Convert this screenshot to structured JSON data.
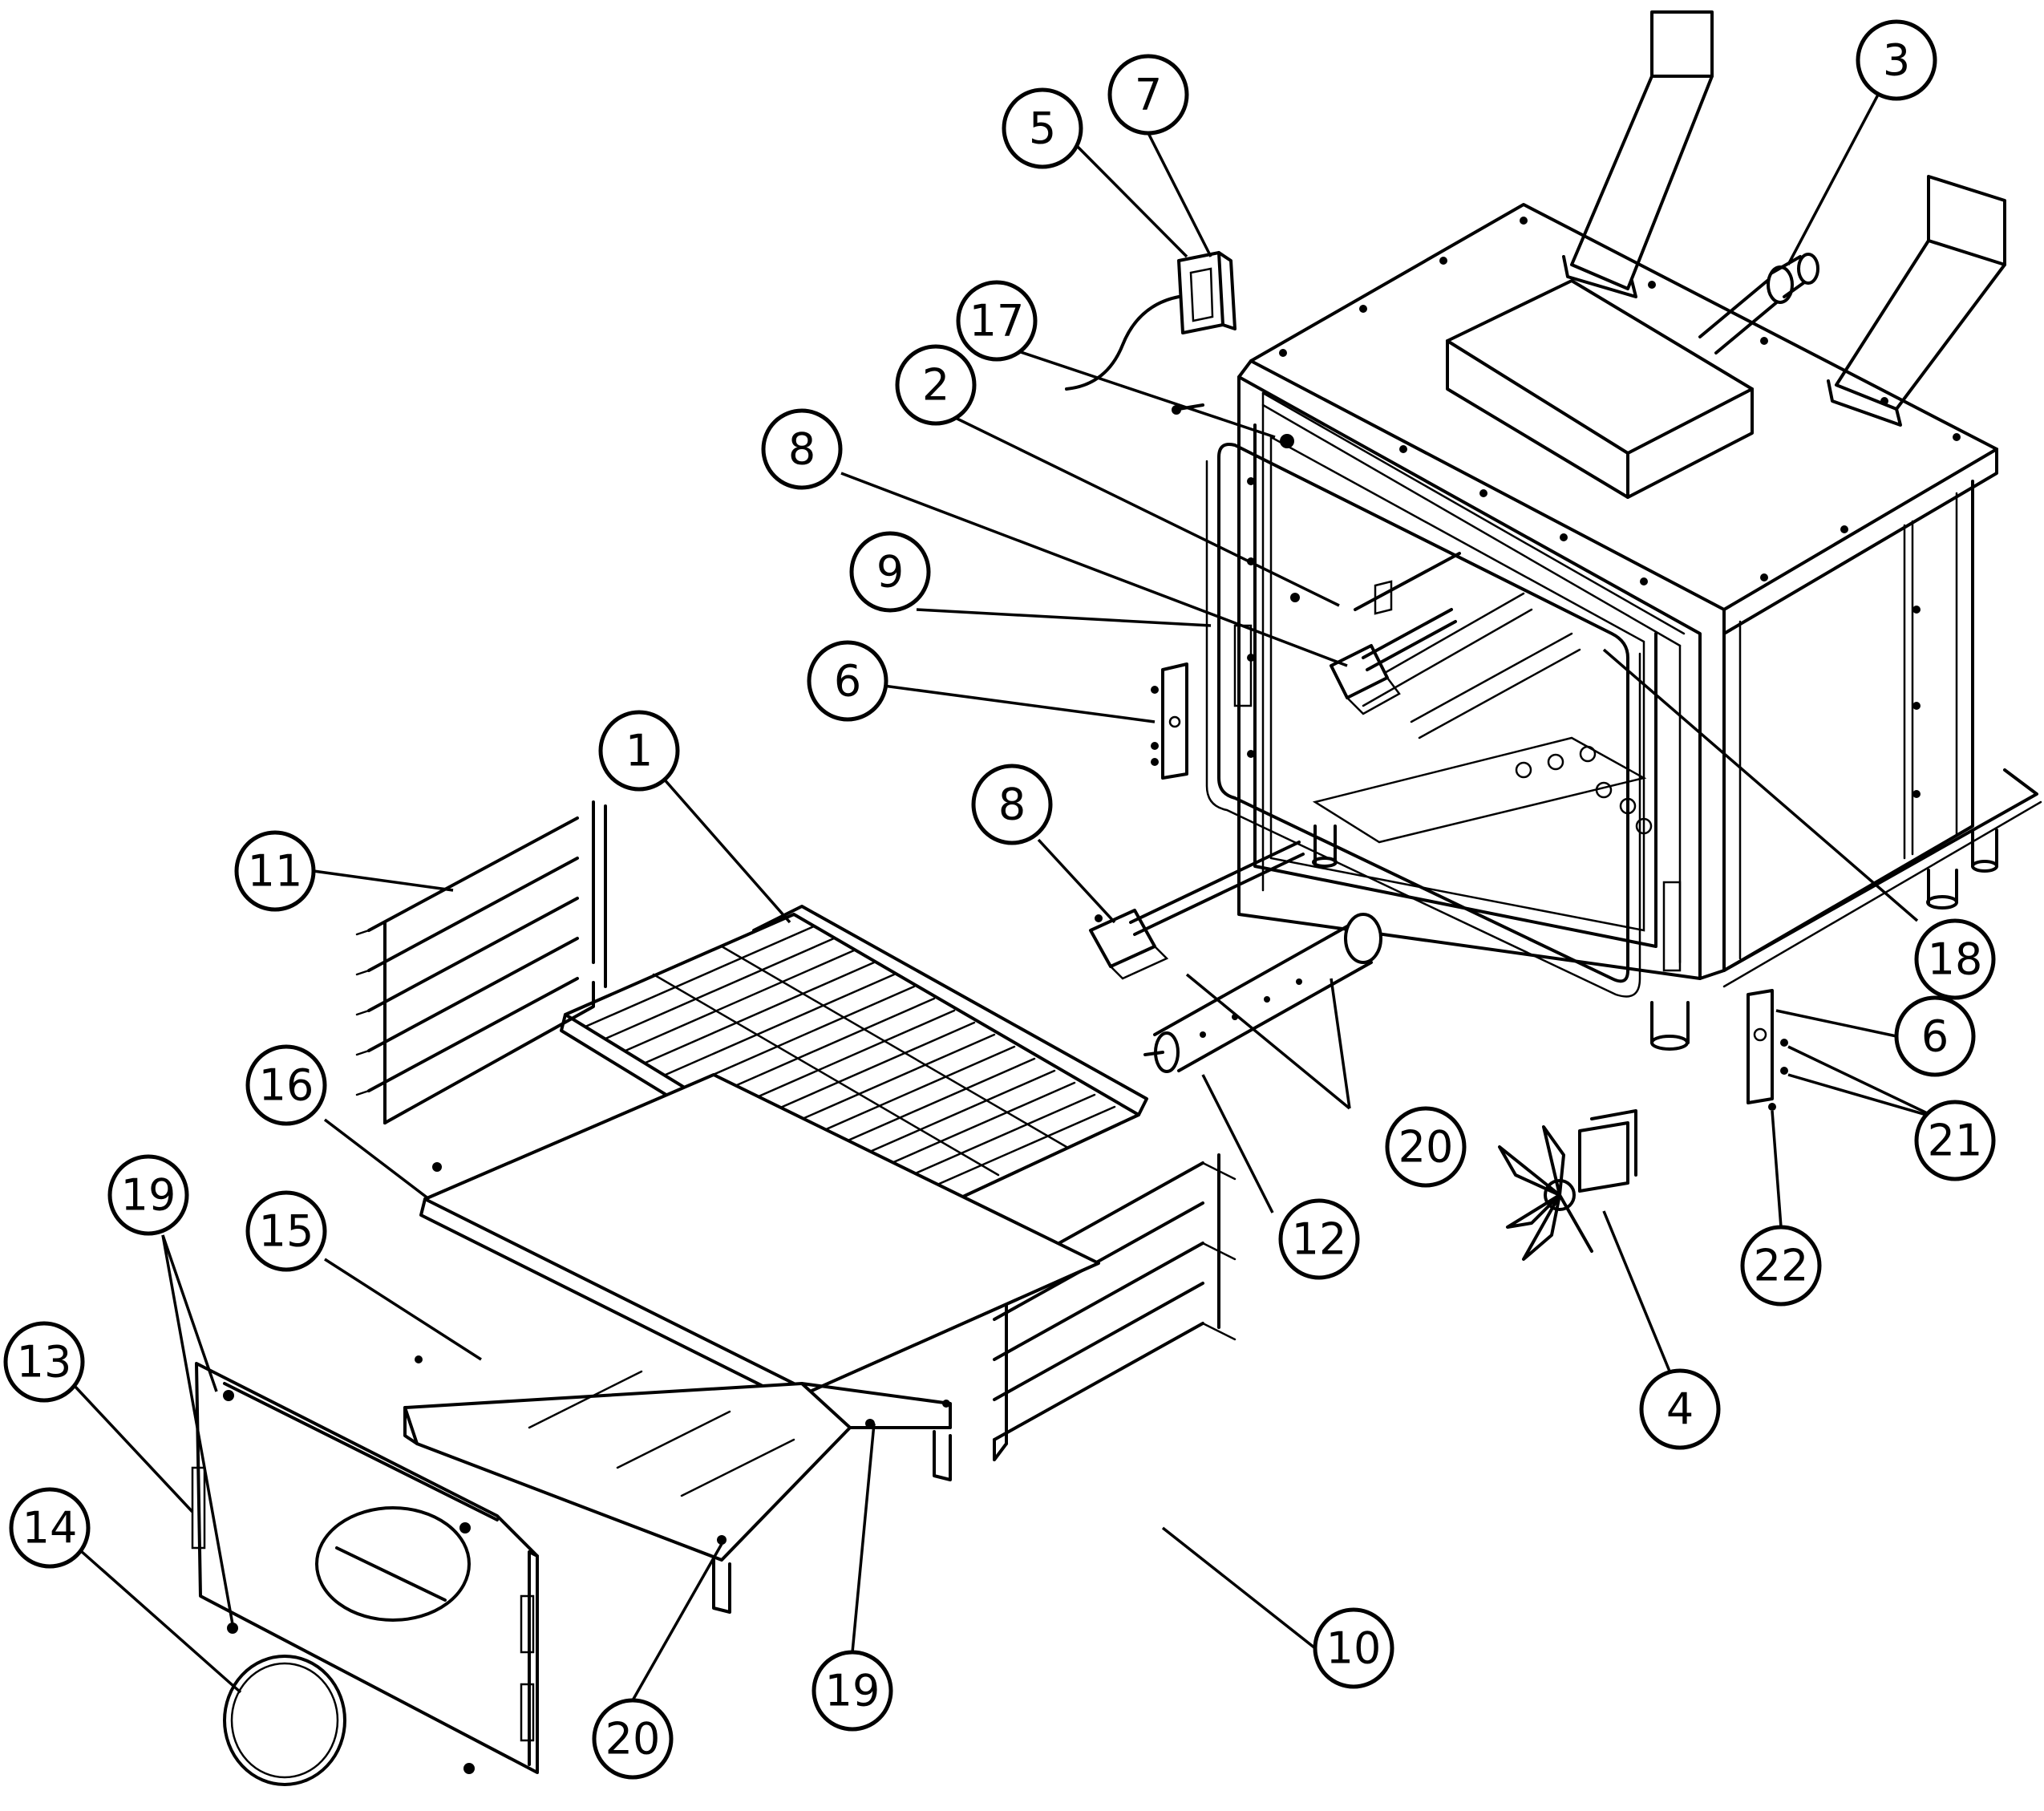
{
  "callouts": [
    {
      "id": "c1",
      "label": "1"
    },
    {
      "id": "c2",
      "label": "2"
    },
    {
      "id": "c3",
      "label": "3"
    },
    {
      "id": "c4",
      "label": "4"
    },
    {
      "id": "c5",
      "label": "5"
    },
    {
      "id": "c6a",
      "label": "6"
    },
    {
      "id": "c6b",
      "label": "6"
    },
    {
      "id": "c7",
      "label": "7"
    },
    {
      "id": "c8a",
      "label": "8"
    },
    {
      "id": "c8b",
      "label": "8"
    },
    {
      "id": "c9",
      "label": "9"
    },
    {
      "id": "c10",
      "label": "10"
    },
    {
      "id": "c11",
      "label": "11"
    },
    {
      "id": "c12",
      "label": "12"
    },
    {
      "id": "c13",
      "label": "13"
    },
    {
      "id": "c14",
      "label": "14"
    },
    {
      "id": "c15",
      "label": "15"
    },
    {
      "id": "c16",
      "label": "16"
    },
    {
      "id": "c17",
      "label": "17"
    },
    {
      "id": "c18",
      "label": "18"
    },
    {
      "id": "c19a",
      "label": "19"
    },
    {
      "id": "c19b",
      "label": "19"
    },
    {
      "id": "c20a",
      "label": "20"
    },
    {
      "id": "c20b",
      "label": "20"
    },
    {
      "id": "c21",
      "label": "21"
    },
    {
      "id": "c22",
      "label": "22"
    }
  ]
}
